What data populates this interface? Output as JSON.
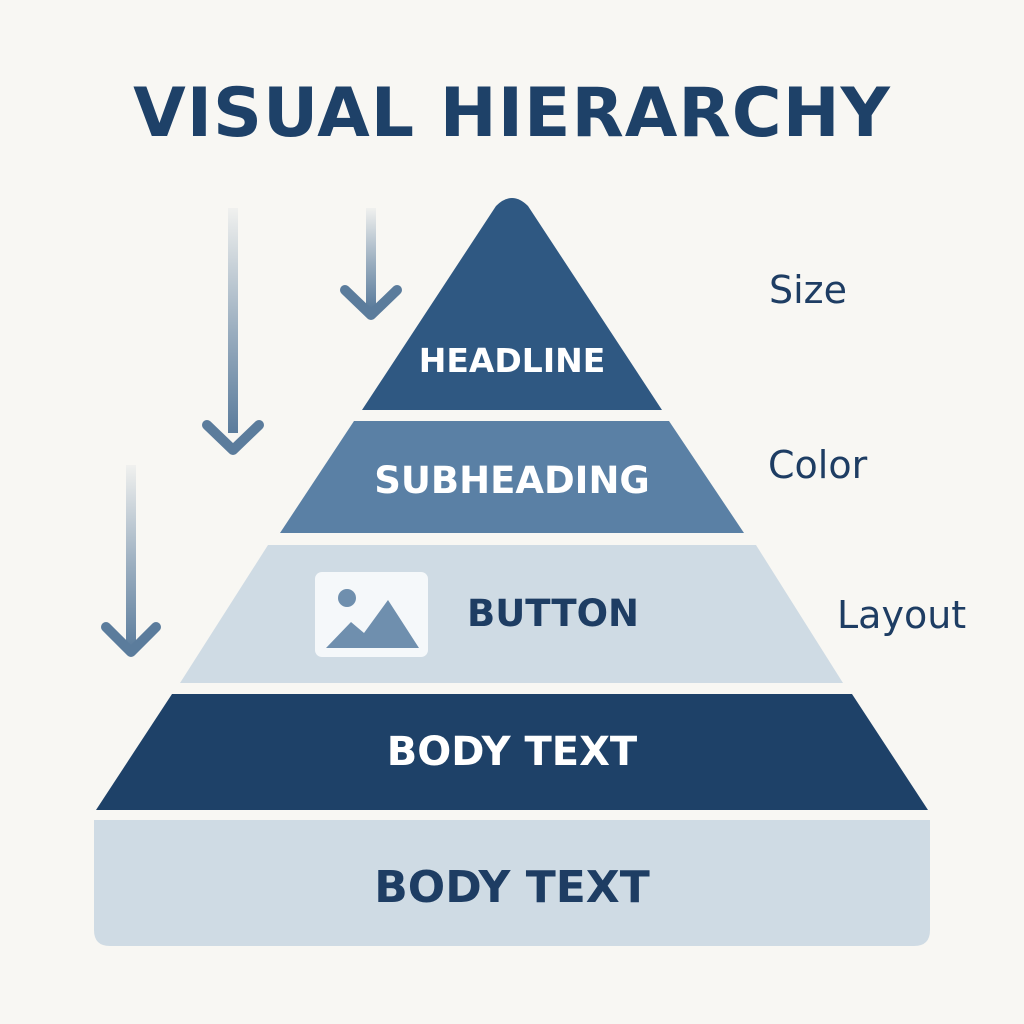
{
  "title": "VISUAL HIERARCHY",
  "tiers": [
    {
      "label": "HEADLINE"
    },
    {
      "label": "SUBHEADING"
    },
    {
      "label": "BUTTON"
    },
    {
      "label": "BODY TEXT"
    },
    {
      "label": "BODY TEXT"
    }
  ],
  "side_labels": [
    "Size",
    "Color",
    "Layout"
  ],
  "icons": {
    "image_placeholder": "image-icon",
    "arrows": "arrow-down-icon"
  },
  "colors": {
    "background": "#f8f7f3",
    "title": "#1e4168",
    "tier_headline": "#2f5882",
    "tier_subheading": "#5a80a5",
    "tier_button": "#cfdbe4",
    "tier_body_dark": "#1e4168",
    "tier_body_light": "#cfdbe4",
    "arrow": "#5b7c9c"
  }
}
